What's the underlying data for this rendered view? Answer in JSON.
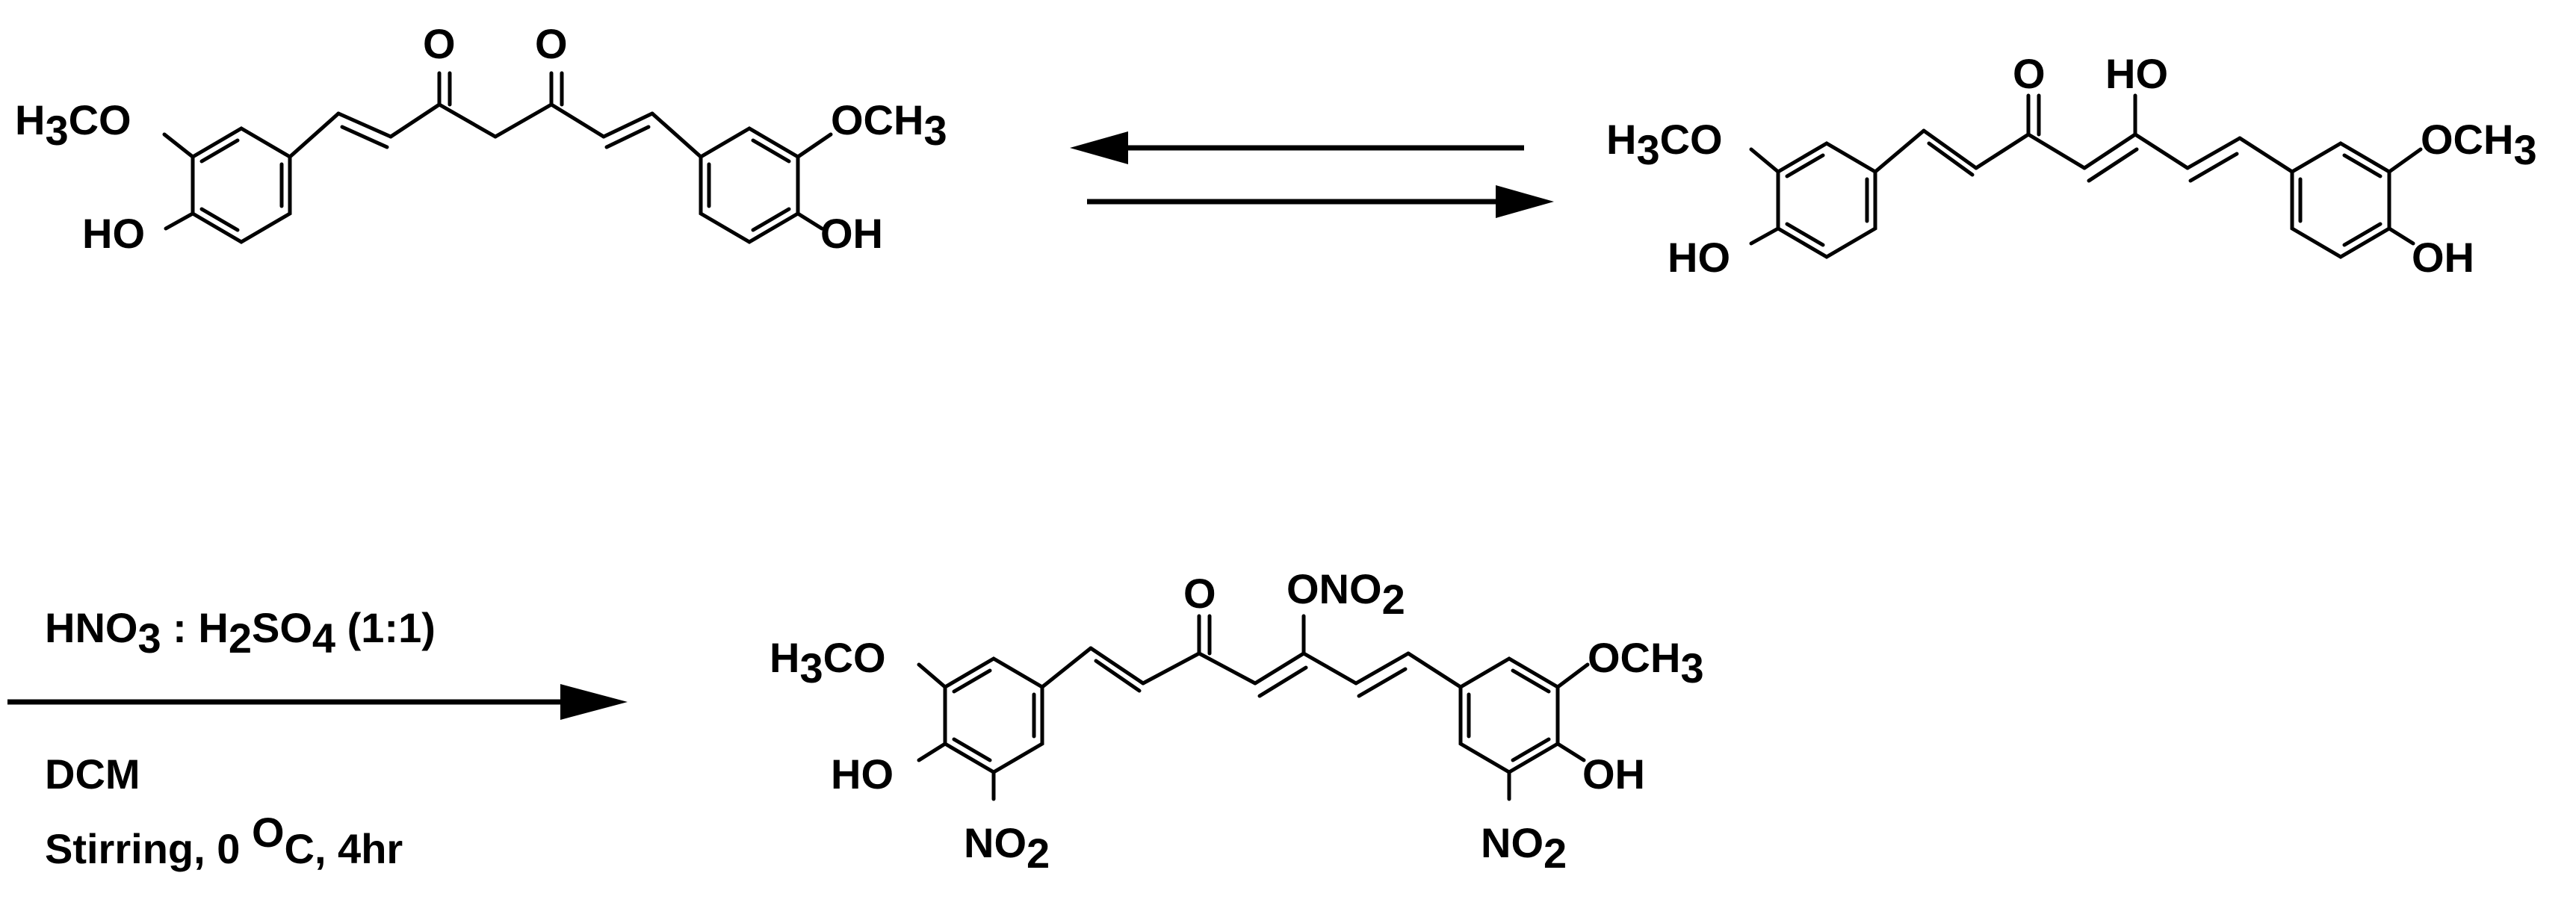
{
  "reactant_keto": {
    "left_methoxy": [
      "H",
      "3",
      "CO"
    ],
    "left_hydroxy": "HO",
    "carbonyl_1": "O",
    "carbonyl_2": "O",
    "right_methoxy": [
      "OCH",
      "3"
    ],
    "right_hydroxy": "OH"
  },
  "reactant_enol": {
    "left_methoxy": [
      "H",
      "3",
      "CO"
    ],
    "left_hydroxy": "HO",
    "carbonyl": "O",
    "enol_hydroxy": "HO",
    "right_methoxy": [
      "OCH",
      "3"
    ],
    "right_hydroxy": "OH"
  },
  "conditions": {
    "reagent_line": [
      "HNO",
      "3",
      " : H",
      "2",
      "SO",
      "4",
      " (1:1)"
    ],
    "solvent": "DCM",
    "process_line": [
      "Stirring, 0 ",
      "O",
      "C, 4hr"
    ]
  },
  "product": {
    "left_methoxy": [
      "H",
      "3",
      "CO"
    ],
    "left_hydroxy": "HO",
    "left_nitro": [
      "NO",
      "2"
    ],
    "carbonyl": "O",
    "nitrate": [
      "ONO",
      "2"
    ],
    "right_methoxy": [
      "OCH",
      "3"
    ],
    "right_hydroxy": "OH",
    "right_nitro": [
      "NO",
      "2"
    ]
  },
  "arrows": {
    "equilibrium": "reversible",
    "reaction": "forward"
  }
}
